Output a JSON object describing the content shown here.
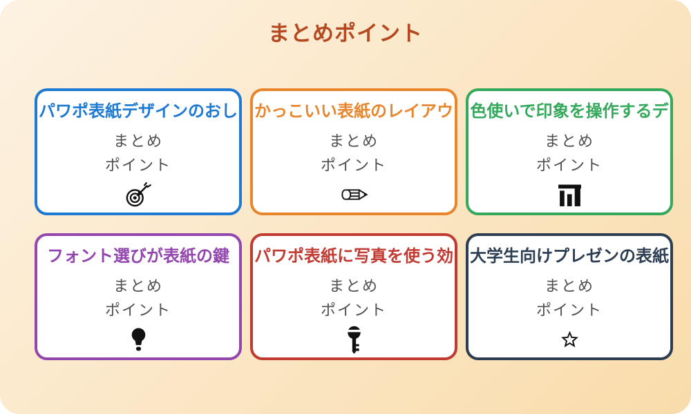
{
  "page": {
    "title": "まとめポイント",
    "colors": {
      "title": "#b5481f",
      "subtitle_text": "#4f4f4f",
      "background_start": "#fdf2e2",
      "background_end": "#f9dcab",
      "card_background": "#ffffff",
      "icon_ink": "#111111"
    }
  },
  "cards": [
    {
      "title": "パワポ表紙デザインのおし",
      "accent_color": "#1e79d2",
      "summary_label": "まとめ\nポイント",
      "icon": "target-icon"
    },
    {
      "title": "かっこいい表紙のレイアウ",
      "accent_color": "#e8862e",
      "summary_label": "まとめ\nポイント",
      "icon": "pencil-icon"
    },
    {
      "title": "色使いで印象を操作するデ",
      "accent_color": "#35a95b",
      "summary_label": "まとめ\nポイント",
      "icon": "bar-chart-icon"
    },
    {
      "title": "フォント選びが表紙の鍵",
      "accent_color": "#9347ae",
      "summary_label": "まとめ\nポイント",
      "icon": "lightbulb-icon"
    },
    {
      "title": "パワポ表紙に写真を使う効",
      "accent_color": "#c23b33",
      "summary_label": "まとめ\nポイント",
      "icon": "key-icon"
    },
    {
      "title": "大学生向けプレゼンの表紙",
      "accent_color": "#2d3e53",
      "summary_label": "まとめ\nポイント",
      "icon": "star-icon"
    }
  ]
}
